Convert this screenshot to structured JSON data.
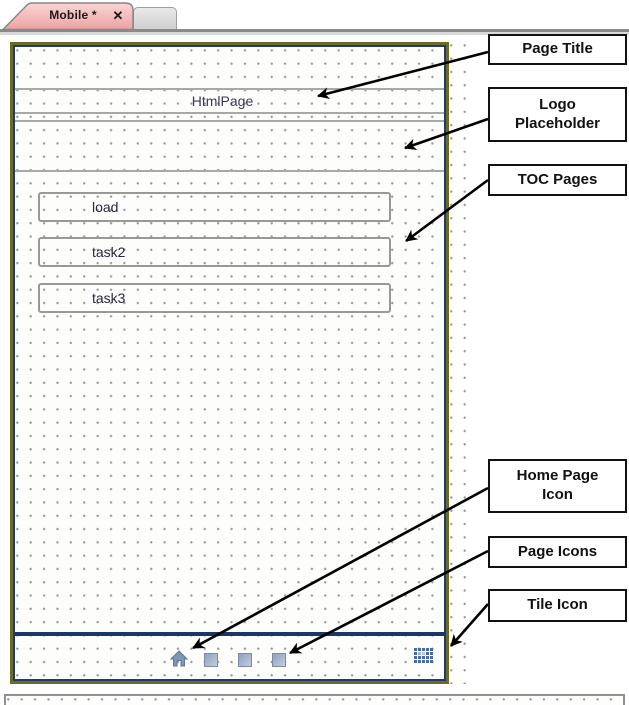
{
  "tab": {
    "label": "Mobile *",
    "close_glyph": "✕"
  },
  "canvas": {
    "page_title": "HtmlPage",
    "toc_items": [
      "load",
      "task2",
      "task3"
    ],
    "toolbar_icons": [
      "home-icon",
      "page-icon",
      "page-icon",
      "page-icon",
      "tile-icon"
    ]
  },
  "annotations": [
    {
      "label": "Page Title"
    },
    {
      "label": "Logo Placeholder"
    },
    {
      "label": "TOC Pages"
    },
    {
      "label": "Home Page Icon"
    },
    {
      "label": "Page Icons"
    },
    {
      "label": "Tile Icon"
    }
  ],
  "colors": {
    "tab_fill": "#f3b7b7",
    "canvas_border_outer": "#6b6b22",
    "canvas_border_inner": "#1f3a70",
    "separator_gray": "#a8a8a8",
    "separator_navy": "#1b3768",
    "icon_blue": "#7e94b8",
    "tile_blue": "#4a6aa4",
    "title_text": "#3d3660"
  }
}
